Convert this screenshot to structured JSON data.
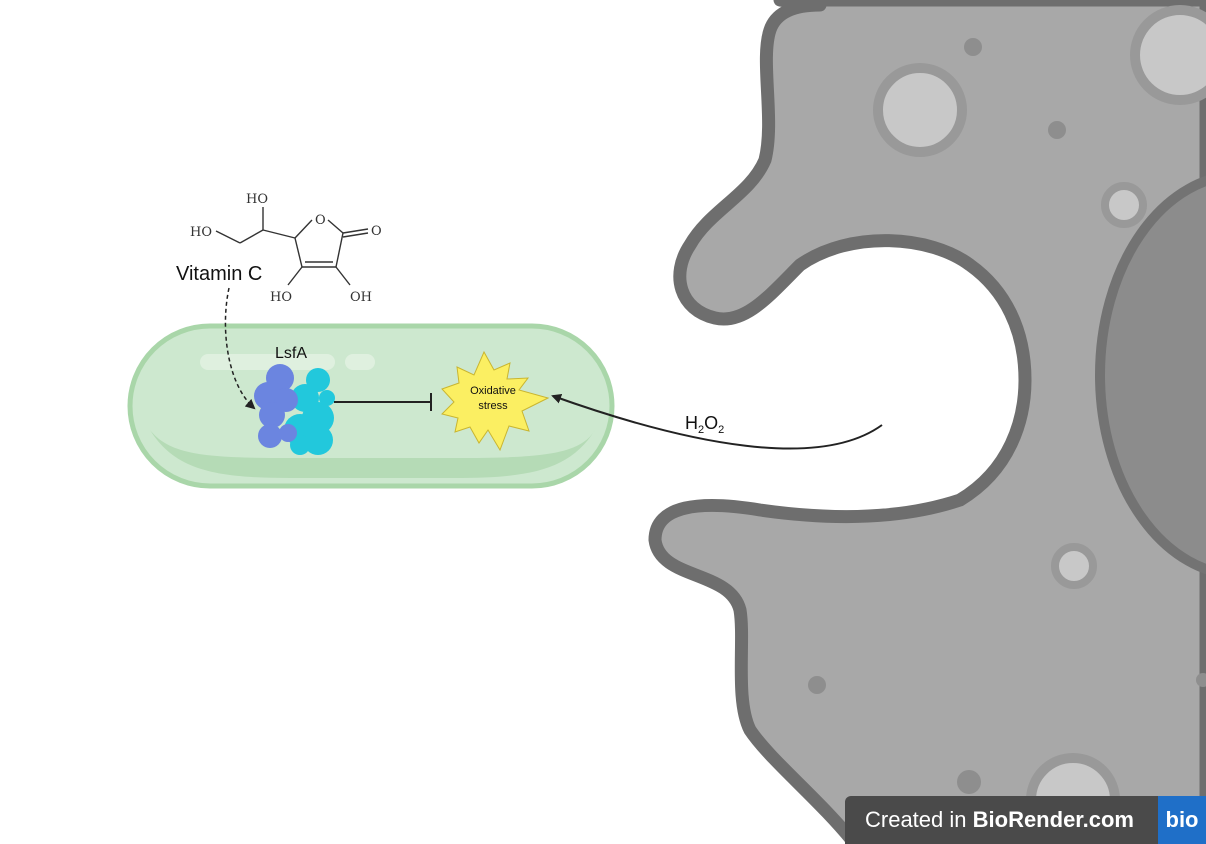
{
  "labels": {
    "vitamin_c": "Vitamin C",
    "protein": "LsfA",
    "stress_line1": "Oxidative",
    "stress_line2": "stress",
    "h2o2_base1": "H",
    "h2o2_sub1": "2",
    "h2o2_base2": "O",
    "h2o2_sub2": "2"
  },
  "molecule": {
    "ho_top": "HO",
    "ho_left": "HO",
    "ring_o": "O",
    "carbonyl_o": "O",
    "ho_bottom_left": "HO",
    "oh_bottom_right": "OH"
  },
  "watermark": {
    "prefix": "Created in ",
    "brand": "BioRender.com",
    "logo": "bio"
  },
  "colors": {
    "bacterium_fill": "#cde8cf",
    "bacterium_stroke": "#a9d6a9",
    "macrophage_fill": "#a8a8a8",
    "macrophage_stroke": "#6e6e6e",
    "nucleus": "#8c8c8c",
    "protein_blue": "#6b85e0",
    "protein_cyan": "#22c8dc",
    "stress_burst": "#fbef62",
    "badge_bg": "#4a4a4a",
    "logo_bg": "#1f6fc8"
  }
}
